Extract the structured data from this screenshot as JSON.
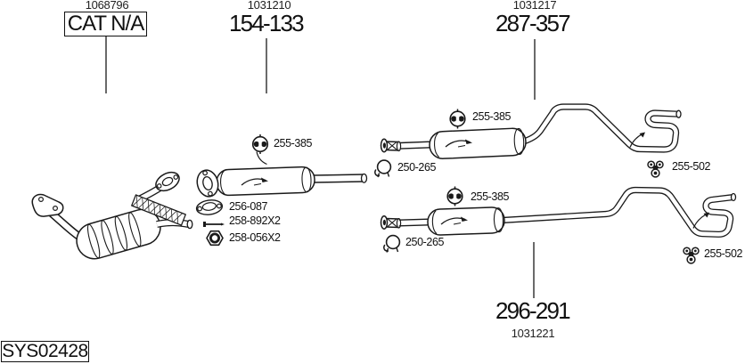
{
  "page": {
    "background": "#ffffff",
    "line_color": "#1a1a1a"
  },
  "title_block": {
    "system_code": "SYS02428"
  },
  "assemblies": {
    "catalyst": {
      "catalog_no": "1068796",
      "part_no": "CAT N/A"
    },
    "middle_muffler": {
      "catalog_no": "1031210",
      "part_no": "154-133",
      "fittings": {
        "hanger": "255-385",
        "gasket": "256-087",
        "bolt": "258-892X2",
        "nut": "258-056X2"
      }
    },
    "rear_system_top": {
      "catalog_no": "1031217",
      "part_no": "287-357",
      "fittings": {
        "hanger": "255-385",
        "clamp": "250-265",
        "rubber_mount": "255-502"
      }
    },
    "rear_system_bottom": {
      "catalog_no": "1031221",
      "part_no": "296-291",
      "fittings": {
        "hanger": "255-385",
        "clamp": "250-265",
        "rubber_mount": "255-502"
      }
    }
  },
  "legend_icons": {
    "hanger": "exhaust-hanger-grommet-icon",
    "clamp": "pipe-clamp-icon",
    "rubber_mount": "rubber-mount-icon",
    "gasket": "flange-gasket-icon",
    "bolt": "bolt-icon",
    "nut": "nut-icon"
  }
}
